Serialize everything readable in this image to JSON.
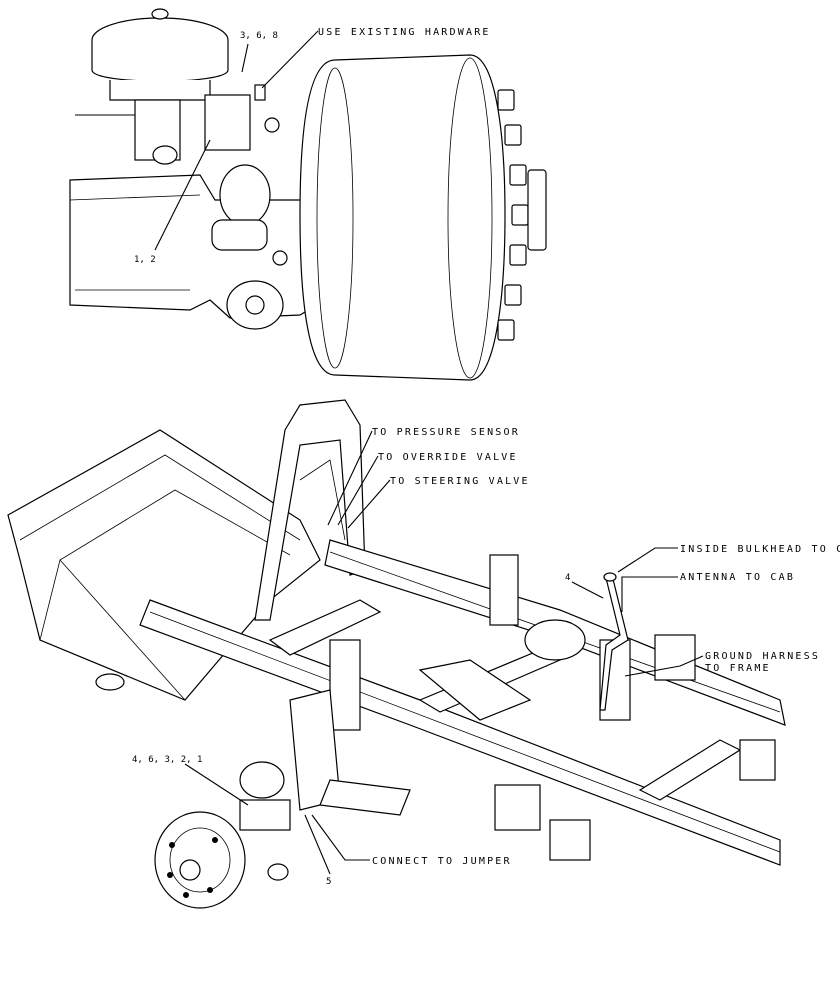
{
  "callouts": {
    "top_hardware_ref": "3, 6, 8",
    "use_existing_hardware": "USE EXISTING HARDWARE",
    "top_bracket_ref": "1, 2",
    "to_pressure_sensor": "TO PRESSURE SENSOR",
    "to_override_valve": "TO OVERRIDE VALVE",
    "to_steering_valve": "TO STEERING VALVE",
    "antenna_ref": "4",
    "inside_bulkhead_to_cab": "INSIDE BULKHEAD TO CAB",
    "antenna_to_cab": "ANTENNA TO CAB",
    "ground_harness_line1": "GROUND HARNESS",
    "ground_harness_line2": "TO FRAME",
    "axle_ref": "4, 6, 3, 2, 1",
    "connect_to_jumper": "CONNECT TO JUMPER",
    "jumper_ref": "5"
  }
}
